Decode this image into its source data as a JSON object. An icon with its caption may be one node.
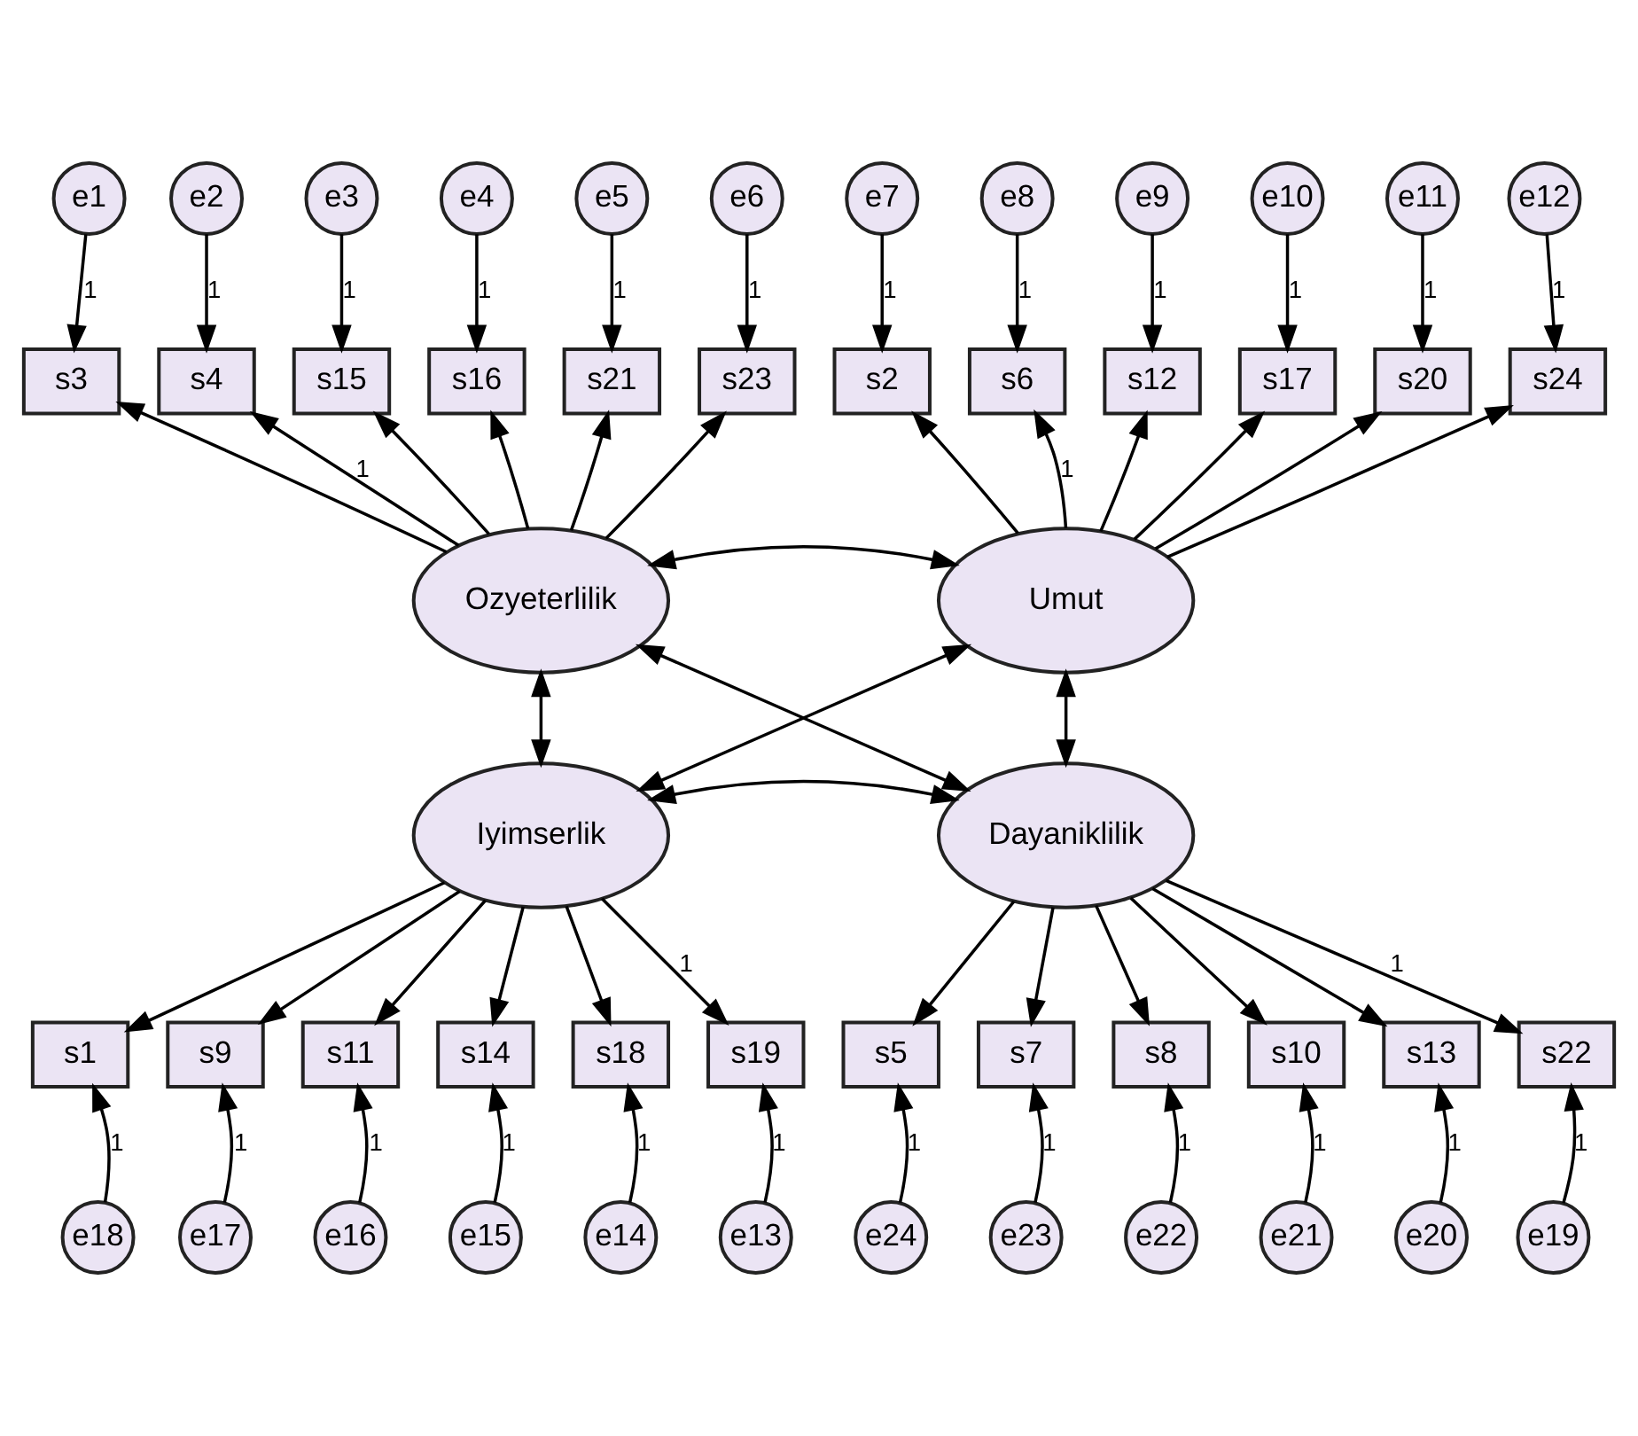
{
  "diagram": {
    "nodes": [
      {
        "text": [
          "e1"
        ]
      },
      {
        "text": [
          "e2"
        ]
      },
      {
        "text": [
          "e3"
        ]
      },
      {
        "text": [
          "e4"
        ]
      },
      {
        "text": [
          "e5"
        ]
      },
      {
        "text": [
          "e6"
        ]
      },
      {
        "text": [
          "e7"
        ]
      },
      {
        "text": [
          "e8"
        ]
      },
      {
        "text": [
          "e9"
        ]
      },
      {
        "text": [
          "e10"
        ]
      },
      {
        "text": [
          "e11"
        ]
      },
      {
        "text": [
          "e12"
        ]
      },
      {
        "text": [
          "s3"
        ]
      },
      {
        "text": [
          "s4"
        ]
      },
      {
        "text": [
          "s15"
        ]
      },
      {
        "text": [
          "s16"
        ]
      },
      {
        "text": [
          "s21"
        ]
      },
      {
        "text": [
          "s23"
        ]
      },
      {
        "text": [
          "s2"
        ]
      },
      {
        "text": [
          "s6"
        ]
      },
      {
        "text": [
          "s12"
        ]
      },
      {
        "text": [
          "s17"
        ]
      },
      {
        "text": [
          "s20"
        ]
      },
      {
        "text": [
          "s24"
        ]
      },
      {
        "text": [
          "Ozyeterlilik"
        ]
      },
      {
        "text": [
          "Umut"
        ]
      },
      {
        "text": [
          "Iyimserlik"
        ]
      },
      {
        "text": [
          "Dayaniklilik"
        ]
      },
      {
        "text": [
          "s1"
        ]
      },
      {
        "text": [
          "s9"
        ]
      },
      {
        "text": [
          "s11"
        ]
      },
      {
        "text": [
          "s14"
        ]
      },
      {
        "text": [
          "s18"
        ]
      },
      {
        "text": [
          "s19"
        ]
      },
      {
        "text": [
          "s5"
        ]
      },
      {
        "text": [
          "s7"
        ]
      },
      {
        "text": [
          "s8"
        ]
      },
      {
        "text": [
          "s10"
        ]
      },
      {
        "text": [
          "s13"
        ]
      },
      {
        "text": [
          "s22"
        ]
      },
      {
        "text": [
          "e18"
        ]
      },
      {
        "text": [
          "e17"
        ]
      },
      {
        "text": [
          "e16"
        ]
      },
      {
        "text": [
          "e15"
        ]
      },
      {
        "text": [
          "e14"
        ]
      },
      {
        "text": [
          "e13"
        ]
      },
      {
        "text": [
          "e24"
        ]
      },
      {
        "text": [
          "e23"
        ]
      },
      {
        "text": [
          "e22"
        ]
      },
      {
        "text": [
          "e21"
        ]
      },
      {
        "text": [
          "e20"
        ]
      },
      {
        "text": [
          "e19"
        ]
      }
    ],
    "edges": [
      {
        "from": 0,
        "to": 12,
        "arrow": "to",
        "label": "1"
      },
      {
        "from": 1,
        "to": 13,
        "arrow": "to",
        "label": "1"
      },
      {
        "from": 2,
        "to": 14,
        "arrow": "to",
        "label": "1"
      },
      {
        "from": 3,
        "to": 15,
        "arrow": "to",
        "label": "1"
      },
      {
        "from": 4,
        "to": 16,
        "arrow": "to",
        "label": "1"
      },
      {
        "from": 5,
        "to": 17,
        "arrow": "to",
        "label": "1"
      },
      {
        "from": 6,
        "to": 18,
        "arrow": "to",
        "label": "1"
      },
      {
        "from": 7,
        "to": 19,
        "arrow": "to",
        "label": "1"
      },
      {
        "from": 8,
        "to": 20,
        "arrow": "to",
        "label": "1"
      },
      {
        "from": 9,
        "to": 21,
        "arrow": "to",
        "label": "1"
      },
      {
        "from": 10,
        "to": 22,
        "arrow": "to",
        "label": "1"
      },
      {
        "from": 11,
        "to": 23,
        "arrow": "to",
        "label": "1"
      },
      {
        "from": 24,
        "to": 12,
        "arrow": "to"
      },
      {
        "from": 24,
        "to": 13,
        "arrow": "to",
        "label": "1"
      },
      {
        "from": 24,
        "to": 14,
        "arrow": "to"
      },
      {
        "from": 24,
        "to": 15,
        "arrow": "to"
      },
      {
        "from": 24,
        "to": 16,
        "arrow": "to"
      },
      {
        "from": 24,
        "to": 17,
        "arrow": "to"
      },
      {
        "from": 25,
        "to": 18,
        "arrow": "to"
      },
      {
        "from": 25,
        "to": 19,
        "arrow": "to",
        "label": "1"
      },
      {
        "from": 25,
        "to": 20,
        "arrow": "to"
      },
      {
        "from": 25,
        "to": 21,
        "arrow": "to"
      },
      {
        "from": 25,
        "to": 22,
        "arrow": "to"
      },
      {
        "from": 25,
        "to": 23,
        "arrow": "to"
      },
      {
        "from": 24,
        "to": 25,
        "arrow": "both"
      },
      {
        "from": 24,
        "to": 26,
        "arrow": "both"
      },
      {
        "from": 24,
        "to": 27,
        "arrow": "both"
      },
      {
        "from": 25,
        "to": 26,
        "arrow": "both"
      },
      {
        "from": 25,
        "to": 27,
        "arrow": "both"
      },
      {
        "from": 26,
        "to": 27,
        "arrow": "both"
      },
      {
        "from": 26,
        "to": 28,
        "arrow": "to"
      },
      {
        "from": 26,
        "to": 29,
        "arrow": "to"
      },
      {
        "from": 26,
        "to": 30,
        "arrow": "to"
      },
      {
        "from": 26,
        "to": 31,
        "arrow": "to"
      },
      {
        "from": 26,
        "to": 32,
        "arrow": "to"
      },
      {
        "from": 26,
        "to": 33,
        "arrow": "to",
        "label": "1"
      },
      {
        "from": 27,
        "to": 34,
        "arrow": "to"
      },
      {
        "from": 27,
        "to": 35,
        "arrow": "to"
      },
      {
        "from": 27,
        "to": 36,
        "arrow": "to"
      },
      {
        "from": 27,
        "to": 37,
        "arrow": "to"
      },
      {
        "from": 27,
        "to": 38,
        "arrow": "to"
      },
      {
        "from": 27,
        "to": 39,
        "arrow": "to",
        "label": "1"
      },
      {
        "from": 40,
        "to": 28,
        "arrow": "to",
        "label": "1"
      },
      {
        "from": 41,
        "to": 29,
        "arrow": "to",
        "label": "1"
      },
      {
        "from": 42,
        "to": 30,
        "arrow": "to",
        "label": "1"
      },
      {
        "from": 43,
        "to": 31,
        "arrow": "to",
        "label": "1"
      },
      {
        "from": 44,
        "to": 32,
        "arrow": "to",
        "label": "1"
      },
      {
        "from": 45,
        "to": 33,
        "arrow": "to",
        "label": "1"
      },
      {
        "from": 46,
        "to": 34,
        "arrow": "to",
        "label": "1"
      },
      {
        "from": 47,
        "to": 35,
        "arrow": "to",
        "label": "1"
      },
      {
        "from": 48,
        "to": 36,
        "arrow": "to",
        "label": "1"
      },
      {
        "from": 49,
        "to": 37,
        "arrow": "to",
        "label": "1"
      },
      {
        "from": 50,
        "to": 38,
        "arrow": "to",
        "label": "1"
      },
      {
        "from": 51,
        "to": 39,
        "arrow": "to",
        "label": "1"
      }
    ]
  }
}
